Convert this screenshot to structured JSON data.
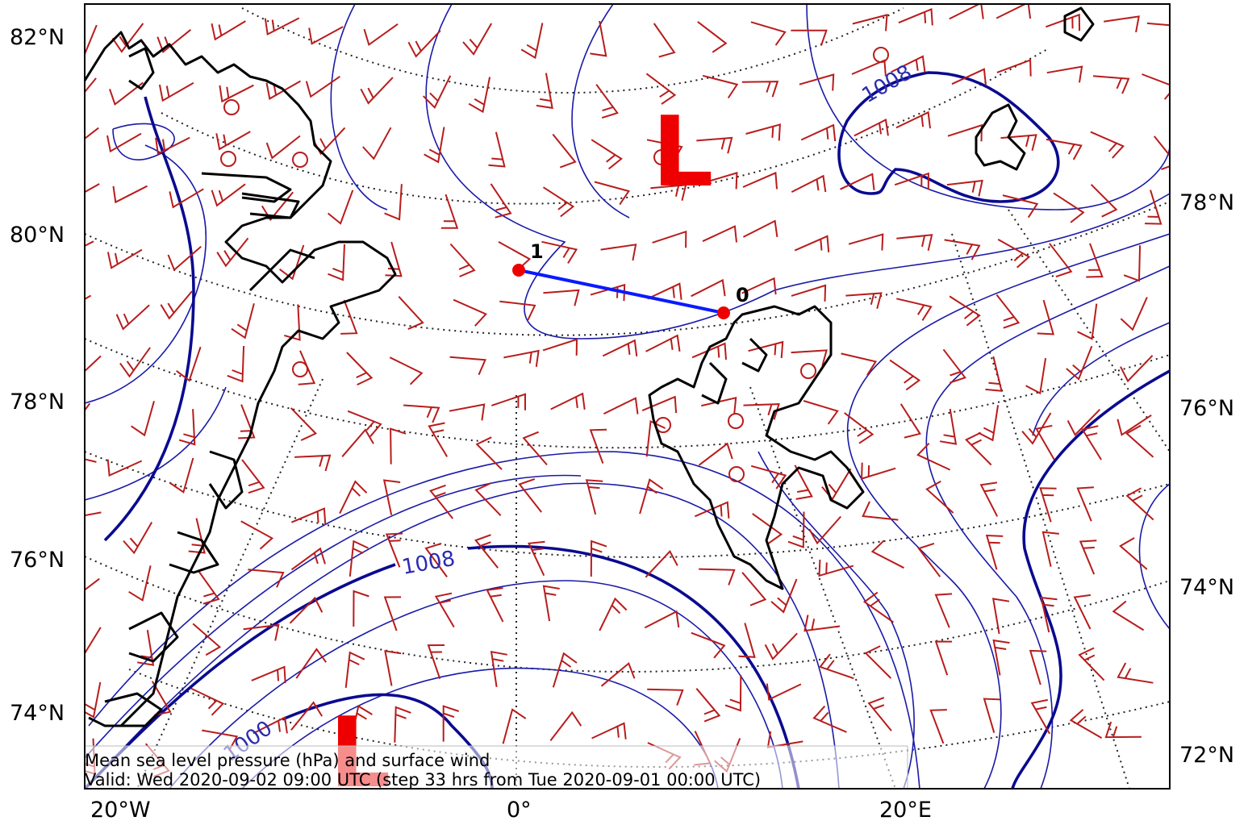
{
  "latitude_labels_left": [
    "82°N",
    "80°N",
    "78°N",
    "76°N",
    "74°N"
  ],
  "latitude_labels_right": [
    "78°N",
    "76°N",
    "74°N",
    "72°N"
  ],
  "longitude_labels": [
    "20°W",
    "0°",
    "20°E"
  ],
  "contour_labels": [
    "1008",
    "1008",
    "1000"
  ],
  "low_pressure_markers": [
    "L",
    "L"
  ],
  "cross_section_points": [
    "1",
    "0"
  ],
  "caption": {
    "line1": "Mean sea level pressure (hPa) and surface wind",
    "line2": "Valid: Wed 2020-09-02 09:00 UTC (step 33 hrs from Tue 2020-09-01 00:00 UTC)"
  },
  "colors": {
    "coastline": "#000000",
    "isobar": "#1a1aa8",
    "wind_barb": "#b81c1c",
    "low_marker": "#ee0000",
    "cross_section_line": "#0a1aff",
    "cross_section_point": "#ee0000"
  }
}
